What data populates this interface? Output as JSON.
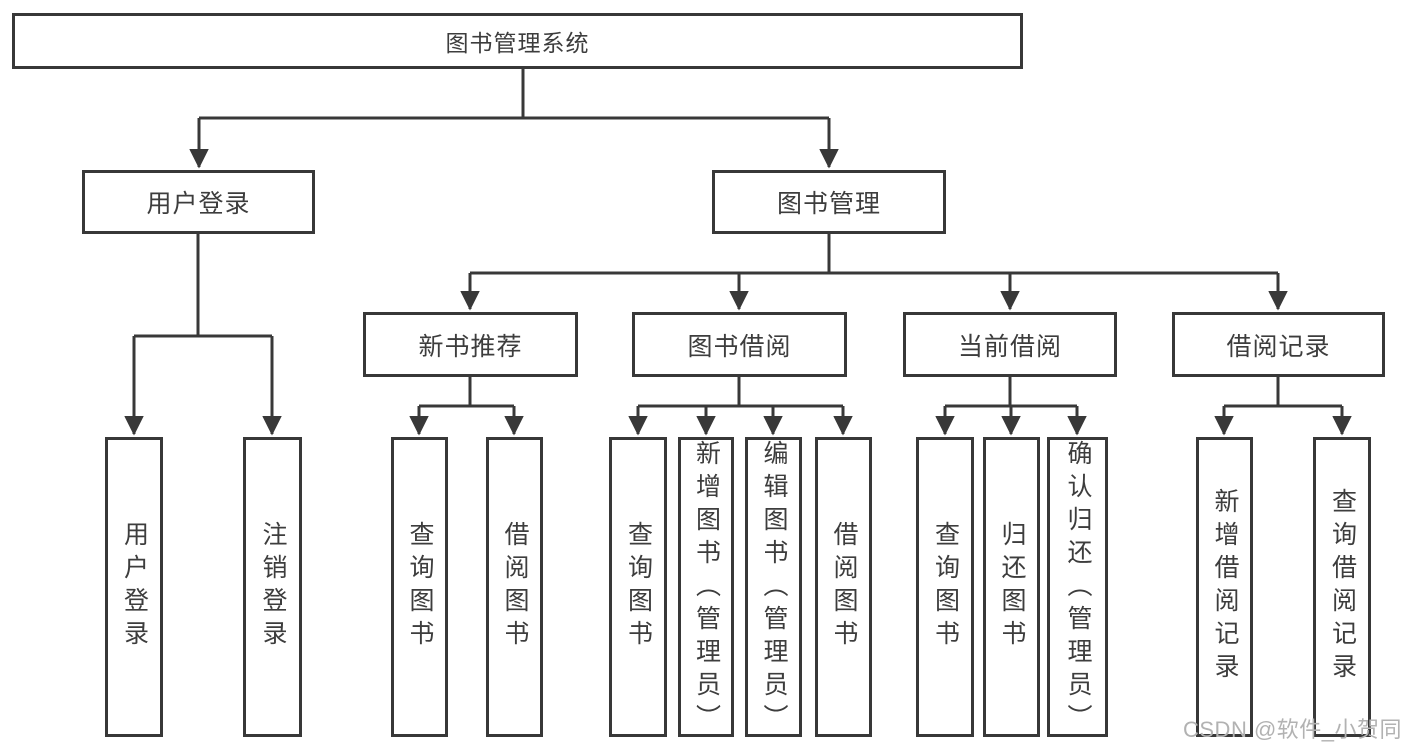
{
  "tree": {
    "root": "图书管理系统",
    "level2": [
      {
        "label": "用户登录"
      },
      {
        "label": "图书管理"
      }
    ],
    "level3": [
      {
        "label": "新书推荐"
      },
      {
        "label": "图书借阅"
      },
      {
        "label": "当前借阅"
      },
      {
        "label": "借阅记录"
      }
    ],
    "leaves": {
      "user_login": [
        "用户登录",
        "注销登录"
      ],
      "new_book_recommend": [
        "查询图书",
        "借阅图书"
      ],
      "book_borrow": [
        "查询图书",
        "新增图书（管理员）",
        "编辑图书（管理员）",
        "借阅图书"
      ],
      "current_borrow": [
        "查询图书",
        "归还图书",
        "确认归还（管理员）"
      ],
      "borrow_records": [
        "新增借阅记录",
        "查询借阅记录"
      ]
    }
  },
  "watermark": {
    "text": "CSDN @软件_小贺同学",
    "color": "#b2b2b2"
  },
  "colors": {
    "line": "#383838",
    "box_border": "#383838",
    "text": "#3d3d3d",
    "background": "#ffffff"
  }
}
